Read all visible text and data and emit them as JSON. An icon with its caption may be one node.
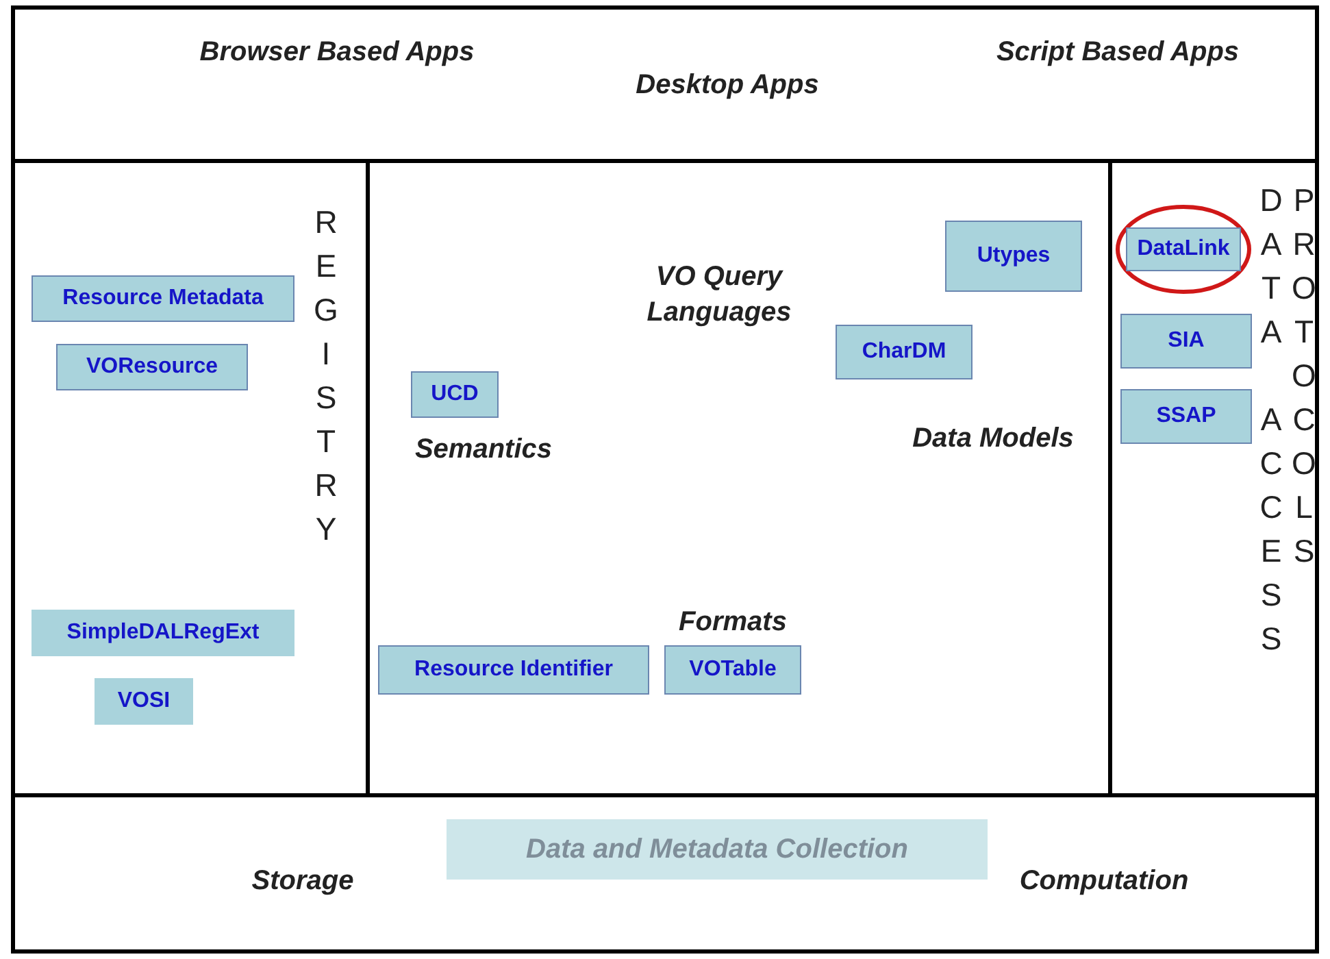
{
  "diagram": {
    "nodes": [
      {
        "text": [
          "Browser Based Apps",
          "Desktop Apps",
          "Script Based Apps"
        ]
      },
      {
        "text": [
          "REGISTRY"
        ]
      },
      {
        "text": [
          "Resource Metadata"
        ],
        "in": 1
      },
      {
        "text": [
          "VOResource"
        ],
        "in": 1
      },
      {
        "text": [
          "SimpleDALRegExt"
        ],
        "in": 1
      },
      {
        "text": [
          "VOSI"
        ],
        "in": 1
      },
      {
        "text": [
          "VO Query Languages",
          "Semantics",
          "Data Models",
          "Formats"
        ]
      },
      {
        "text": [
          "Utypes"
        ],
        "in": 6
      },
      {
        "text": [
          "CharDM"
        ],
        "in": 6
      },
      {
        "text": [
          "UCD"
        ],
        "in": 6
      },
      {
        "text": [
          "Resource Identifier"
        ],
        "in": 6
      },
      {
        "text": [
          "VOTable"
        ],
        "in": 6
      },
      {
        "text": [
          "DATA ACCESS",
          "PROTOCOLS"
        ]
      },
      {
        "text": [],
        "shape": "ellipse",
        "in": 12
      },
      {
        "text": [
          "DataLink"
        ],
        "in": 13
      },
      {
        "text": [
          "SIA"
        ],
        "in": 12
      },
      {
        "text": [
          "SSAP"
        ],
        "in": 12
      },
      {
        "text": [
          "Storage",
          "Computation"
        ]
      },
      {
        "text": [
          "Data and Metadata Collection"
        ],
        "in": 17
      }
    ],
    "edges": []
  }
}
